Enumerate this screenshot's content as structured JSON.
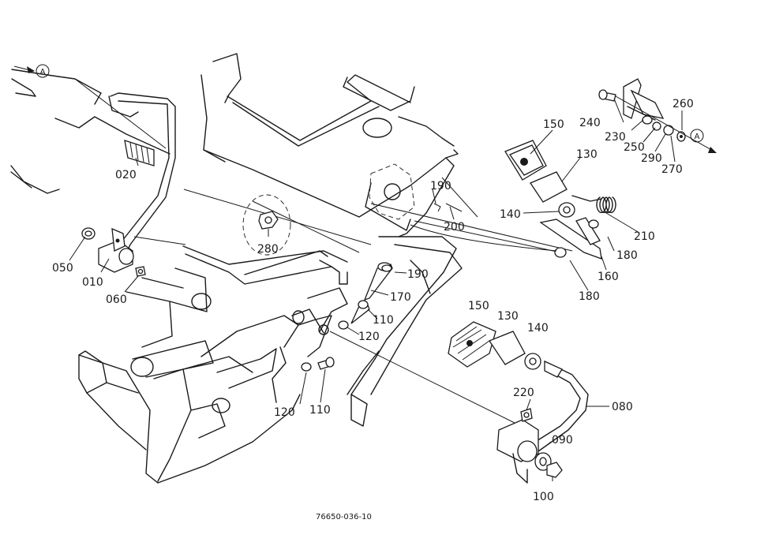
{
  "labels": {
    "p010": "010",
    "p020": "020",
    "p050": "050",
    "p060": "060",
    "p080": "080",
    "p090": "090",
    "p100": "100",
    "p110a": "110",
    "p110b": "110",
    "p120a": "120",
    "p120b": "120",
    "p130a": "130",
    "p130b": "130",
    "p140a": "140",
    "p140b": "140",
    "p150a": "150",
    "p150b": "150",
    "p160": "160",
    "p170": "170",
    "p180a": "180",
    "p180b": "180",
    "p190a": "190",
    "p190b": "190",
    "p200": "200",
    "p210": "210",
    "p220": "220",
    "p230": "230",
    "p240": "240",
    "p250": "250",
    "p260": "260",
    "p270": "270",
    "p280": "280",
    "p290": "290"
  },
  "markers": {
    "a_left": "A",
    "a_right": "A"
  },
  "figure_code": "76650-036-10"
}
